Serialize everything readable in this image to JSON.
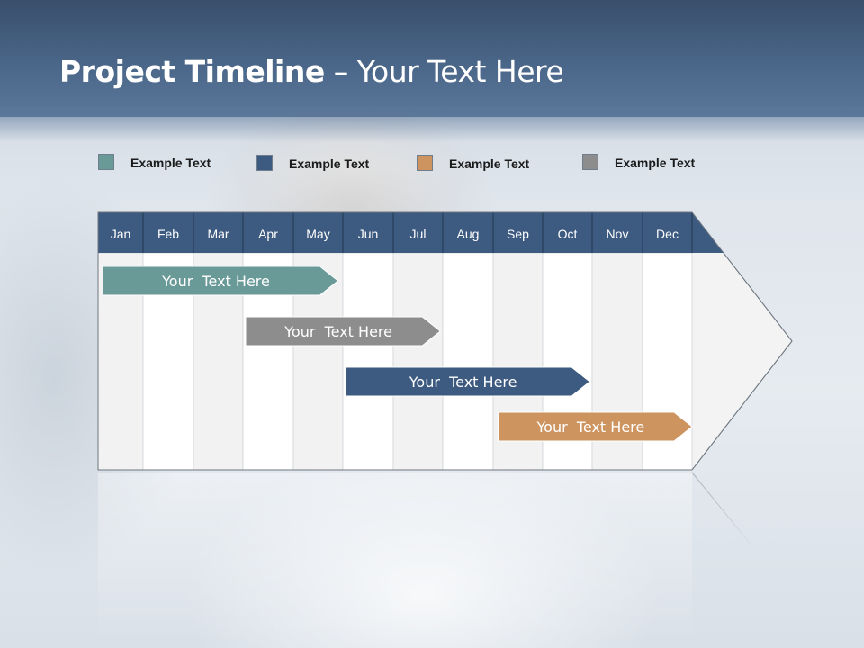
{
  "slide": {
    "title_bold": "Project Timeline",
    "title_rest": " – Your Text Here"
  },
  "legend": [
    {
      "label": "Example Text",
      "color": "#6a9a98"
    },
    {
      "label": "Example Text",
      "color": "#3d5a80"
    },
    {
      "label": "Example Text",
      "color": "#cd9460"
    },
    {
      "label": "Example Text",
      "color": "#8d8d8d"
    }
  ],
  "timeline": {
    "months": [
      "Jan",
      "Feb",
      "Mar",
      "Apr",
      "May",
      "Jun",
      "Jul",
      "Aug",
      "Sep",
      "Oct",
      "Nov",
      "Dec"
    ],
    "header_color": "#3d5a80",
    "tasks": [
      {
        "label": "Your  Text Here",
        "start_month": 1.05,
        "end_month": 4.9,
        "color": "#6a9a98"
      },
      {
        "label": "Your  Text Here",
        "start_month": 4.0,
        "end_month": 6.95,
        "color": "#8d8d8d"
      },
      {
        "label": "Your  Text Here",
        "start_month": 6.0,
        "end_month": 9.95,
        "color": "#3d5a80"
      },
      {
        "label": "Your  Text Here",
        "start_month": 9.05,
        "end_month": 13.0,
        "color": "#cd9460"
      }
    ]
  }
}
